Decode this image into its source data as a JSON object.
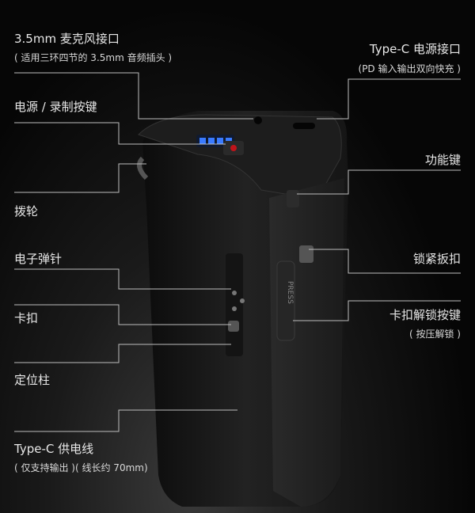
{
  "left_labels": [
    {
      "title": "3.5mm 麦克风接口",
      "sub": "( 适用三环四节的 3.5mm 音频插头 )"
    },
    {
      "title": "电源 / 录制按键"
    },
    {
      "title": "拨轮"
    },
    {
      "title": "电子弹针"
    },
    {
      "title": "卡扣"
    },
    {
      "title": "定位柱"
    },
    {
      "title": "Type-C 供电线",
      "sub": "( 仅支持输出 )( 线长约 70mm)"
    }
  ],
  "right_labels": [
    {
      "title": "Type-C 电源接口",
      "sub": "(PD 输入输出双向快充 )"
    },
    {
      "title": "功能键"
    },
    {
      "title": "锁紧扳扣"
    },
    {
      "title": "卡扣解锁按键",
      "sub": "( 按压解锁 )"
    }
  ],
  "device_text": "PRESS",
  "colors": {
    "background": "#0a0a0a",
    "leader_line": "#bdbdbd",
    "led": "#3a7bff",
    "record_button": "#c0141a"
  }
}
